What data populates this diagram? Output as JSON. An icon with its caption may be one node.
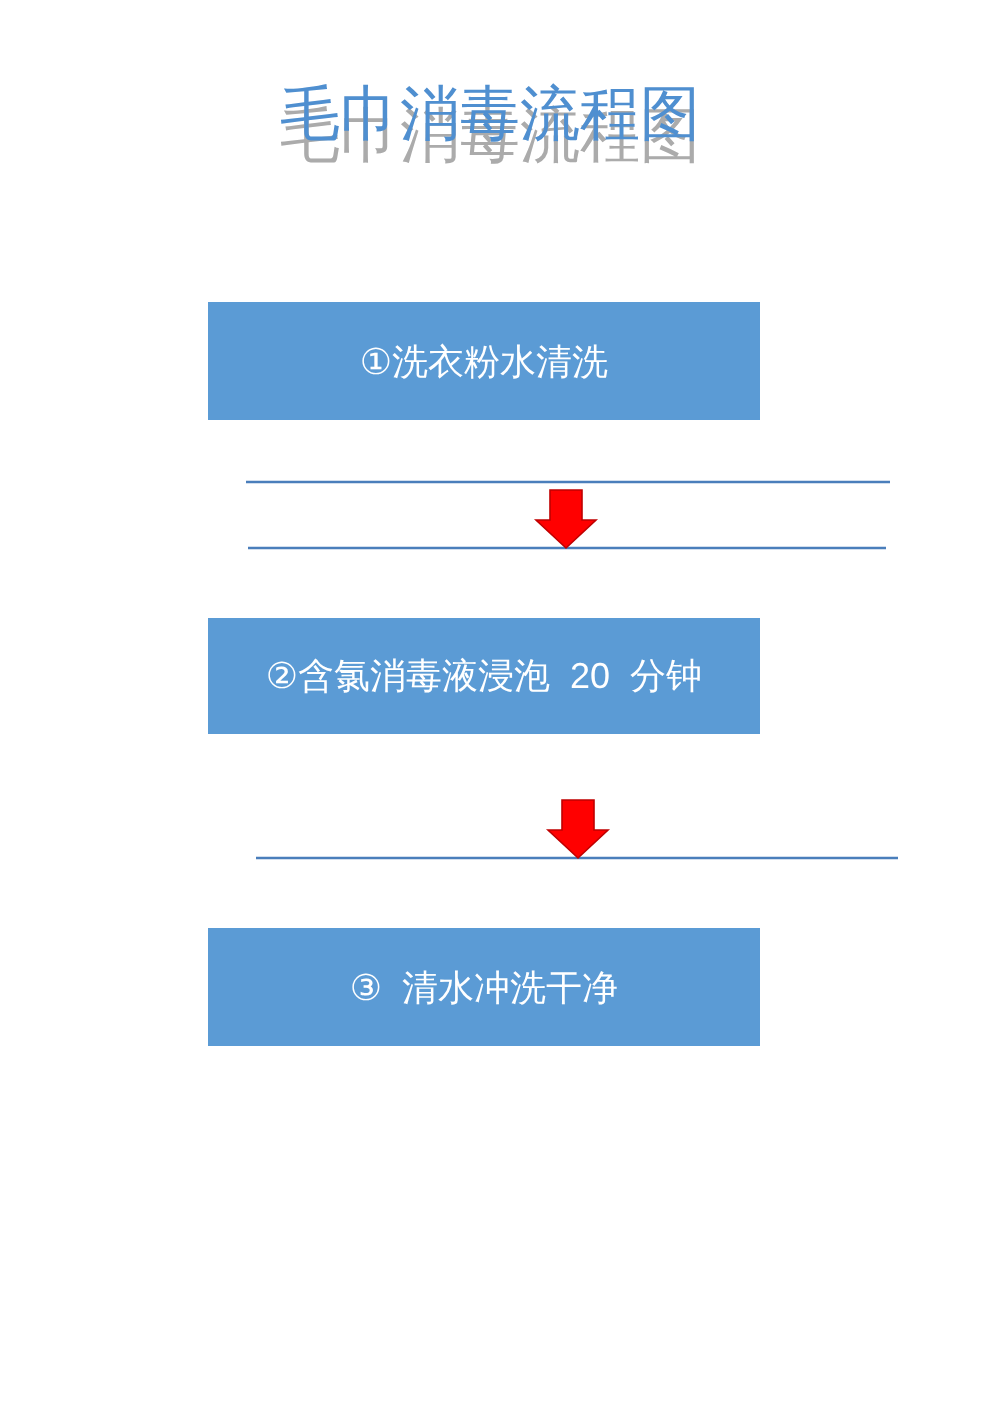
{
  "diagram": {
    "title": "毛巾消毒流程图",
    "nodes": [
      {
        "text": [
          "①洗衣粉水清洗"
        ]
      },
      {
        "text": [
          "②含氯消毒液浸泡 20 分钟"
        ]
      },
      {
        "text": [
          "③ 清水冲洗干净"
        ]
      }
    ],
    "edges": [
      {
        "from": 0,
        "to": 1,
        "arrow": "to"
      },
      {
        "from": 1,
        "to": 2,
        "arrow": "to"
      }
    ]
  }
}
